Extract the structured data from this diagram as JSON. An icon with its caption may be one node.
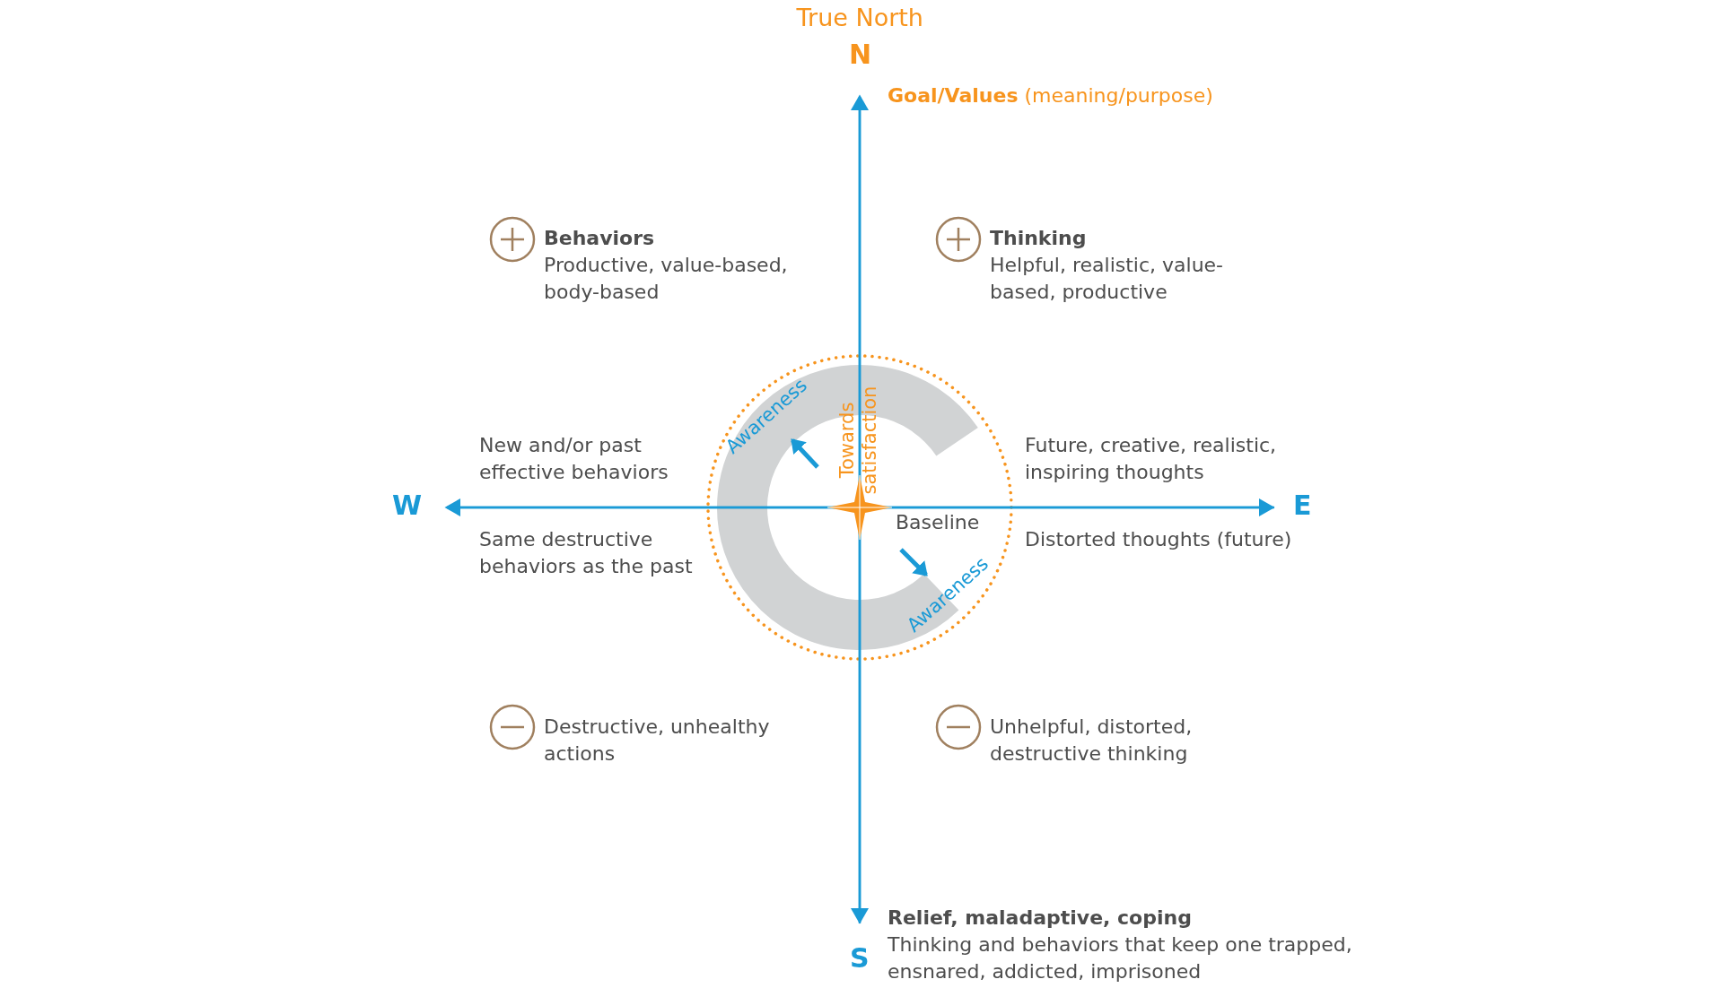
{
  "diagram": {
    "title": "True North",
    "labels": [
      "N",
      "**Goal/Values** (meaning/purpose)",
      "Behaviors",
      "Productive, value-based, body-based",
      "Thinking",
      "Helpful, realistic, value-based, productive",
      "Awareness",
      "Towards satisfaction",
      "New and/or past effective behaviors",
      "Future, creative, realistic, inspiring thoughts",
      "W",
      "E",
      "Baseline",
      "Same destructive behaviors as the past",
      "Distorted thoughts (future)",
      "Awareness",
      "Destructive, unhealthy actions",
      "Unhelpful, distorted, destructive thinking",
      "Relief, maladaptive, coping",
      "Thinking and behaviors that keep one trapped, ensnared, addicted, imprisoned",
      "S"
    ]
  }
}
